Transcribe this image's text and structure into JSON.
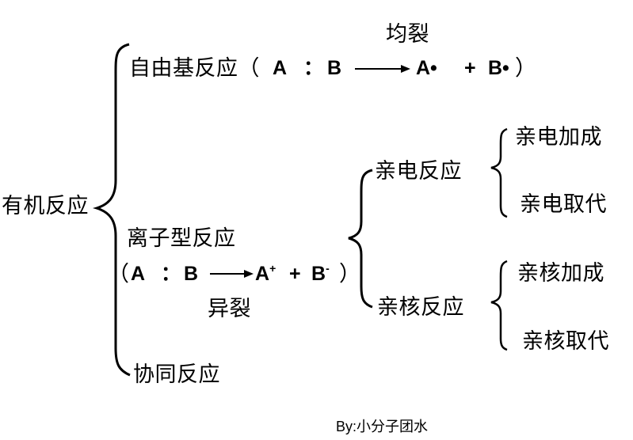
{
  "root": "有机反应",
  "radical": {
    "label": "自由基反应（",
    "eq_a": "A",
    "eq_colon": "：",
    "eq_b": "B",
    "product_a": "A•",
    "plus": "+",
    "product_b": "B•",
    "close_paren": "）",
    "cleavage": "均裂"
  },
  "ionic": {
    "label": "离子型反应",
    "open_paren": "（",
    "eq_a": "A",
    "eq_colon": "：",
    "eq_b": "B",
    "product_a": "A",
    "charge_a": "+",
    "plus": "+",
    "product_b": "B",
    "charge_b": "-",
    "close_paren": "）",
    "cleavage": "异裂"
  },
  "concerted": "协同反应",
  "electrophilic": {
    "label": "亲电反应",
    "items": [
      "亲电加成",
      "亲电取代"
    ]
  },
  "nucleophilic": {
    "label": "亲核反应",
    "items": [
      "亲核加成",
      "亲核取代"
    ]
  },
  "credit": "By:小分子团水"
}
